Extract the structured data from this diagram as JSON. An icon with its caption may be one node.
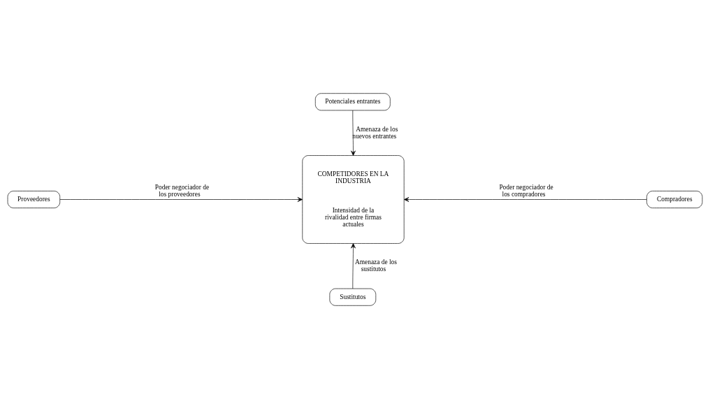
{
  "diagram": {
    "nodes": [
      {
        "text": [
          "Potenciales entrantes"
        ]
      },
      {
        "text": [
          "COMPETIDORES EN LA INDUSTRIA",
          "Intensidad de la rivalidad entre firmas actuales"
        ]
      },
      {
        "text": [
          "Proveedores"
        ]
      },
      {
        "text": [
          "Compradores"
        ]
      },
      {
        "text": [
          "Sustitutos"
        ]
      }
    ],
    "edges": [
      {
        "from": 0,
        "to": 1,
        "arrow": "to",
        "label": "Amenaza de los nuevos entrantes"
      },
      {
        "from": 2,
        "to": 1,
        "arrow": "to",
        "label": "Poder negociador de los proveedores"
      },
      {
        "from": 3,
        "to": 1,
        "arrow": "to",
        "label": "Poder negociador de los compradores"
      },
      {
        "from": 4,
        "to": 1,
        "arrow": "to",
        "label": "Amenaza de los sustitutos"
      }
    ]
  }
}
